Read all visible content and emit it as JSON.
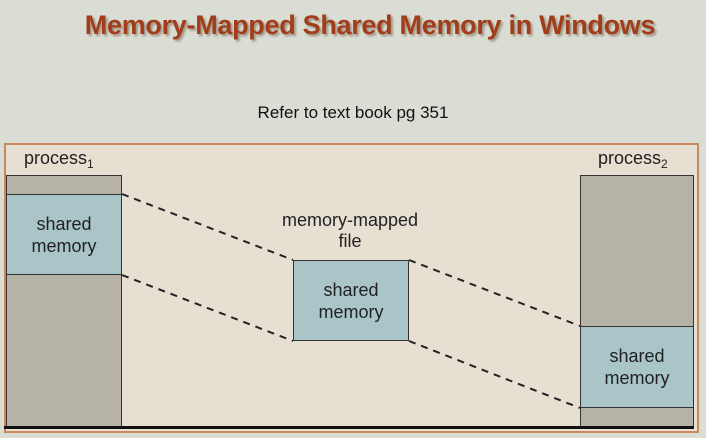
{
  "slide": {
    "title": "Memory-Mapped Shared Memory in Windows",
    "subtitle": "Refer to text book pg 351"
  },
  "diagram": {
    "process1": {
      "label": "process",
      "subscript": "1"
    },
    "process2": {
      "label": "process",
      "subscript": "2"
    },
    "mapped_file_label_line1": "memory-mapped",
    "mapped_file_label_line2": "file",
    "shared1_line1": "shared",
    "shared1_line2": "memory",
    "shared_file_line1": "shared",
    "shared_file_line2": "memory",
    "shared2_line1": "shared",
    "shared2_line2": "memory",
    "colors": {
      "title": "#a13d1a",
      "shared_region": "#a9c5c8",
      "process_region": "#b7b2a6",
      "panel_border": "#c7895d"
    }
  }
}
